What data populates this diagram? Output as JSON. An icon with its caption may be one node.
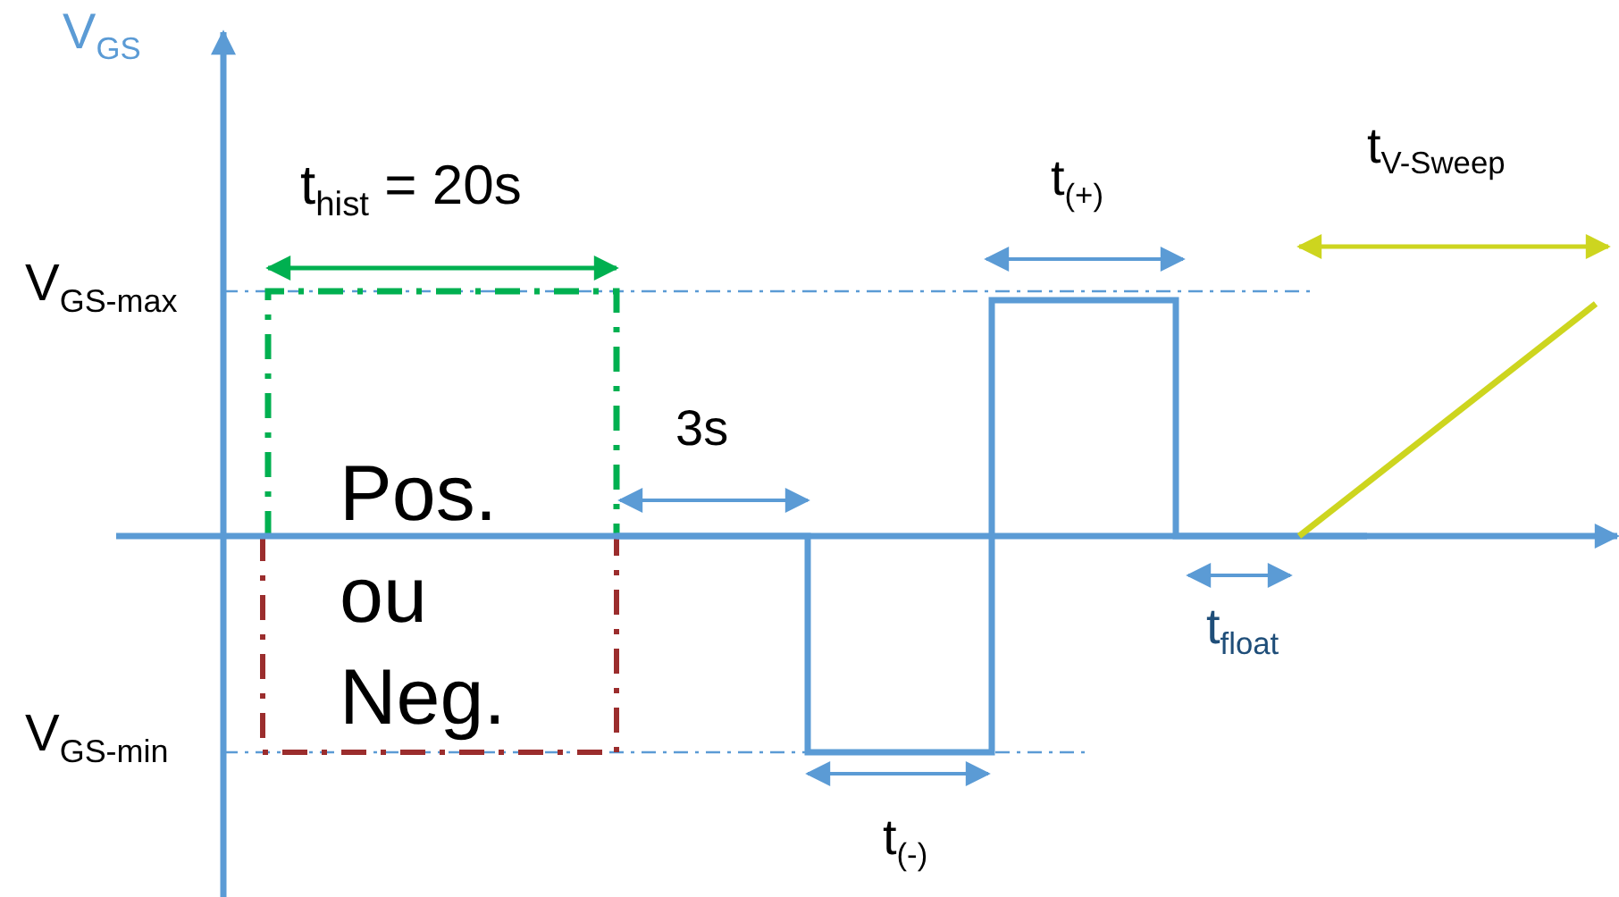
{
  "diagram": {
    "labels": [
      "V$_{GS}$",
      "t$_{V-Sweep}$",
      "t$_{hist}$ = 20s",
      "t$_{(+)}$",
      "V$_{GS-max}$",
      "3s",
      "Pos. ou Neg.",
      "t$_{float}$",
      "V$_{GS-min}$",
      "t$_{(-)}$"
    ]
  }
}
